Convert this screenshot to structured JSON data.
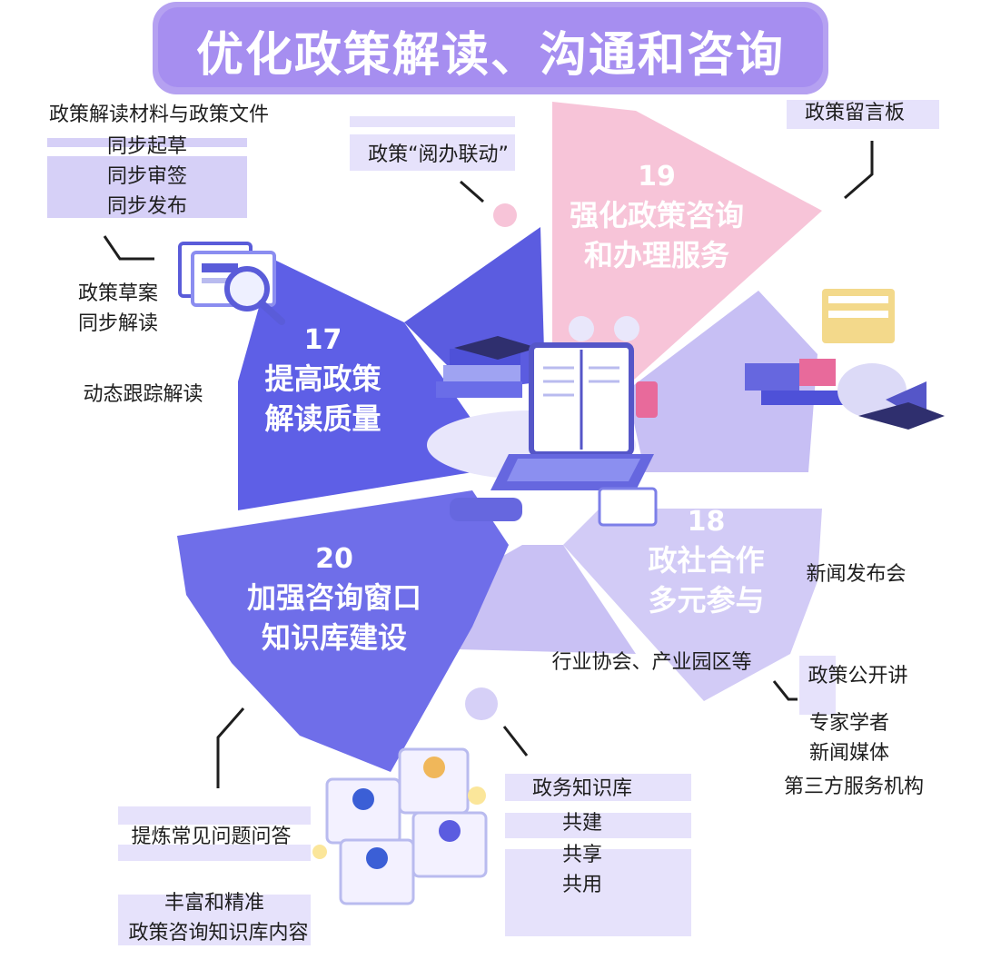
{
  "title": "优化政策解读、沟通和咨询",
  "segments": {
    "s17": {
      "number": "17",
      "lines": [
        "提高政策",
        "解读质量"
      ]
    },
    "s18": {
      "number": "18",
      "lines": [
        "政社合作",
        "多元参与"
      ]
    },
    "s19": {
      "number": "19",
      "lines": [
        "强化政策咨询",
        "和办理服务"
      ]
    },
    "s20": {
      "number": "20",
      "lines": [
        "加强咨询窗口",
        "知识库建设"
      ]
    }
  },
  "labels": {
    "sync_docs": "政策解读材料与政策文件",
    "sync_draft": "同步起草",
    "sync_review": "同步审签",
    "sync_publish": "同步发布",
    "draft_interpret_1": "政策草案",
    "draft_interpret_2": "同步解读",
    "dynamic_track": "动态跟踪解读",
    "linkage": "政策“阅办联动”",
    "message_board": "政策留言板",
    "press_conf": "新闻发布会",
    "industry": "行业协会、产业园区等",
    "lecture": "政策公开讲",
    "experts": "专家学者",
    "media": "新闻媒体",
    "third_party": "第三方服务机构",
    "kb": "政务知识库",
    "co_build": "共建",
    "co_share": "共享",
    "co_use": "共用",
    "faq": "提炼常见问题问答",
    "enrich_1": "丰富和精准",
    "enrich_2": "政策咨询知识库内容"
  },
  "colors": {
    "s17": "#5e5fe6",
    "s18": "#c6bdf4",
    "s19": "#f7c4d8",
    "s20": "#6f6ee9",
    "title_bg": "#a68ef0",
    "highlight": "#d6d0f7"
  }
}
